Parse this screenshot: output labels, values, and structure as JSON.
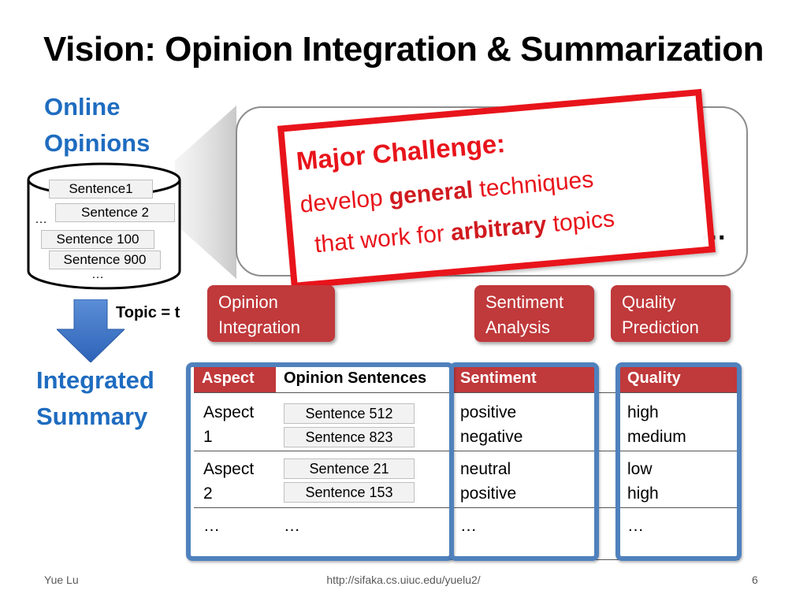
{
  "slide": {
    "title": "Vision: Opinion Integration & Summarization",
    "online_opinions": [
      "Online",
      "Opinions"
    ],
    "integrated_summary": [
      "Integrated",
      "Summary"
    ],
    "topic_label": "Topic = t",
    "ellipsis": "…"
  },
  "database": {
    "sentences": [
      "Sentence1",
      "Sentence 2",
      "Sentence 100",
      "Sentence 900"
    ],
    "ellipsis_left": "…",
    "ellipsis_bottom": "…"
  },
  "challenge": {
    "title": "Major Challenge:",
    "line1_pre": "develop ",
    "line1_bold": "general",
    "line1_post": " techniques",
    "line2_pre": "that work for ",
    "line2_bold": "arbitrary",
    "line2_post": " topics"
  },
  "tabs": {
    "opinion": [
      "Opinion",
      "Integration"
    ],
    "sentiment": [
      "Sentiment",
      "Analysis"
    ],
    "quality": [
      "Quality",
      "Prediction"
    ]
  },
  "table": {
    "headers": [
      "Aspect",
      "Opinion Sentences",
      "Sentiment",
      "Quality"
    ],
    "rows": [
      {
        "aspect": [
          "Aspect",
          "1"
        ],
        "sentences": [
          "Sentence 512",
          "Sentence 823"
        ],
        "sentiment": [
          "positive",
          "negative"
        ],
        "quality": [
          "high",
          "medium"
        ]
      },
      {
        "aspect": [
          "Aspect",
          "2"
        ],
        "sentences": [
          "Sentence 21",
          "Sentence 153"
        ],
        "sentiment": [
          "neutral",
          "positive"
        ],
        "quality": [
          "low",
          "high"
        ]
      },
      {
        "aspect": [
          "…"
        ],
        "sentences": [
          "…"
        ],
        "sentiment": [
          "…"
        ],
        "quality": [
          "…"
        ]
      }
    ]
  },
  "footer": {
    "author": "Yue Lu",
    "url": "http://sifaka.cs.uiuc.edu/yuelu2/",
    "page": "6"
  },
  "colors": {
    "blue_text": "#1f6cc0",
    "red_accent": "#e8141b",
    "tab_red": "#c0393b",
    "frame_blue": "#4f81bd"
  }
}
